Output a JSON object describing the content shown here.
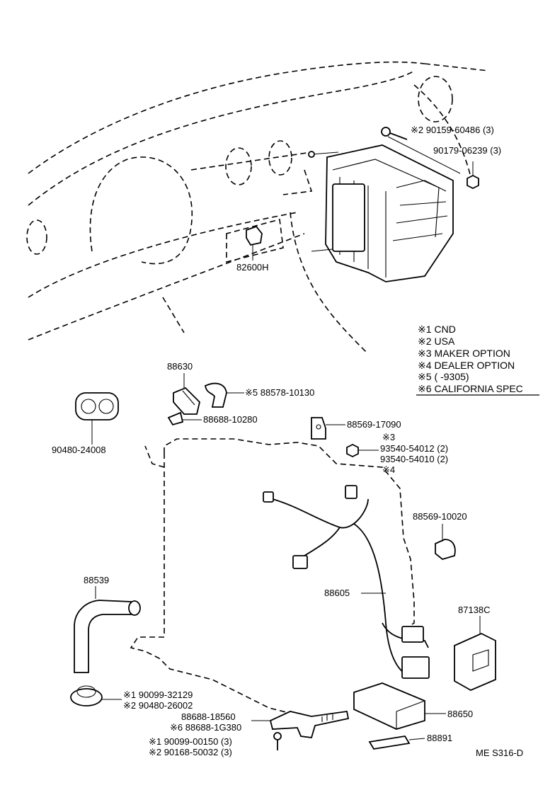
{
  "legend": [
    {
      "mark": "※1",
      "text": "CND"
    },
    {
      "mark": "※2",
      "text": "USA"
    },
    {
      "mark": "※3",
      "text": "MAKER OPTION"
    },
    {
      "mark": "※4",
      "text": "DEALER OPTION"
    },
    {
      "mark": "※5",
      "text": "(       -9305)"
    },
    {
      "mark": "※6",
      "text": "CALIFORNIA SPEC"
    }
  ],
  "labels": {
    "bolt_usa": "※2  90159-60486 (3)",
    "nut": "90179-06239 (3)",
    "switch": "82600H",
    "sensor": "88630",
    "clamp_5": "※5 88578-10130",
    "clip": "88688-10280",
    "grommet_top": "90480-24008",
    "bracket_17090": "88569-17090",
    "mark_3": "※3",
    "nut_54012": "93540-54012 (2)",
    "nut_54010": "93540-54010 (2)",
    "mark_4": "※4",
    "bracket_10020": "88569-10020",
    "hose": "88539",
    "harness": "88605",
    "resistor": "87138C",
    "grommet_cnd": "※1  90099-32129",
    "grommet_usa": "※2  90480-26002",
    "bracket_18560": "88688-18560",
    "bracket_1g380": "※6 88688-1G380",
    "screw_cnd": "※1 90099-00150 (3)",
    "screw_usa": "※2 90168-50032 (3)",
    "amplifier": "88650",
    "label_plate": "88891",
    "ref_code": "ME  S316-D"
  }
}
